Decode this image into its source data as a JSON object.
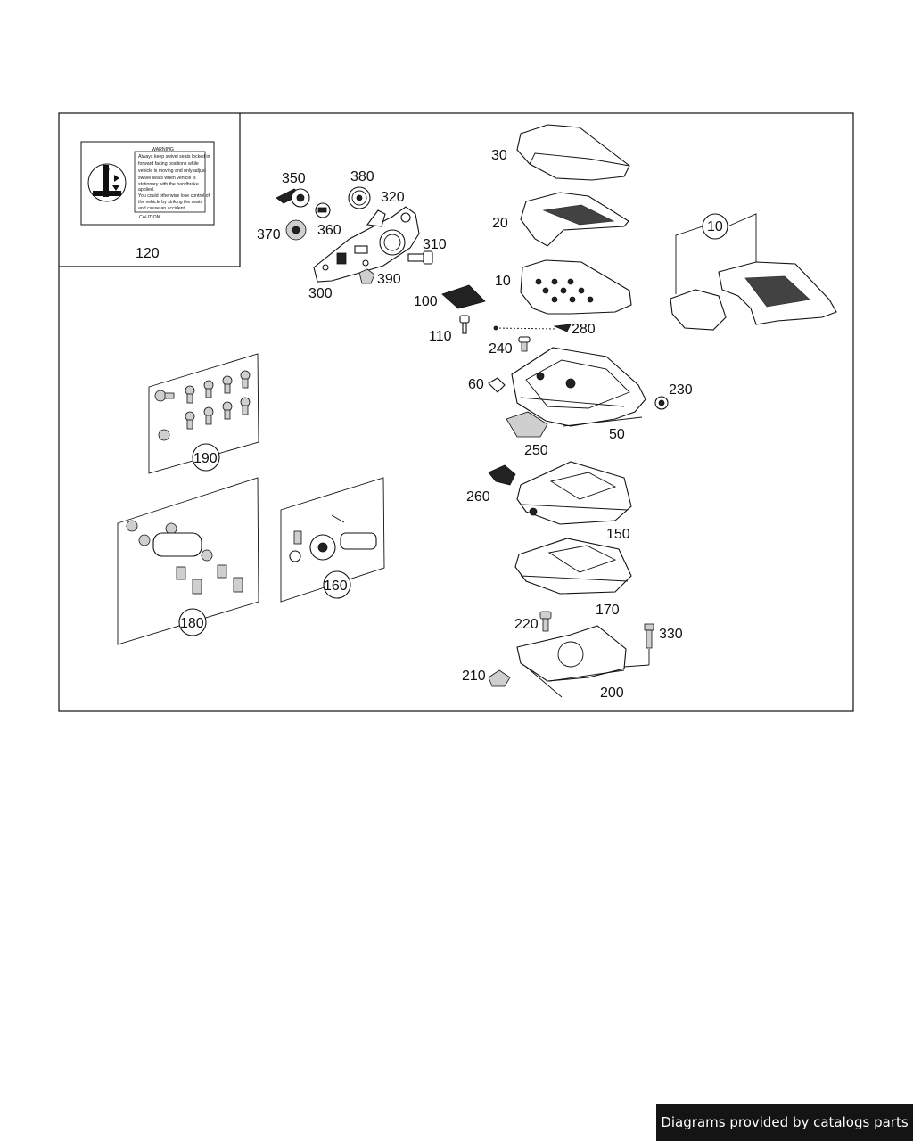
{
  "footer": {
    "text": "Diagrams provided by catalogs parts"
  },
  "warning_label": {
    "heading": "WARNING",
    "lines": [
      "Always keep swivel seats locked in",
      "forward facing positions while",
      "vehicle is moving and only adjust",
      "swivel seats when vehicle is",
      "stationary with the handbrake",
      "applied.",
      "You could otherwise lose control of",
      "the vehicle by striking the seats",
      "and cause an accident."
    ],
    "footer": "CAUTION"
  },
  "callouts": {
    "c120": "120",
    "c350": "350",
    "c380": "380",
    "c320": "320",
    "c370": "370",
    "c360": "360",
    "c310": "310",
    "c300": "300",
    "c390": "390",
    "c100": "100",
    "c110": "110",
    "c30": "30",
    "c20": "20",
    "c10": "10",
    "c10b": "10",
    "c280": "280",
    "c240": "240",
    "c60": "60",
    "c230": "230",
    "c50": "50",
    "c250": "250",
    "c190": "190",
    "c260": "260",
    "c150": "150",
    "c160": "160",
    "c180": "180",
    "c170": "170",
    "c220": "220",
    "c330": "330",
    "c210": "210",
    "c200": "200"
  }
}
